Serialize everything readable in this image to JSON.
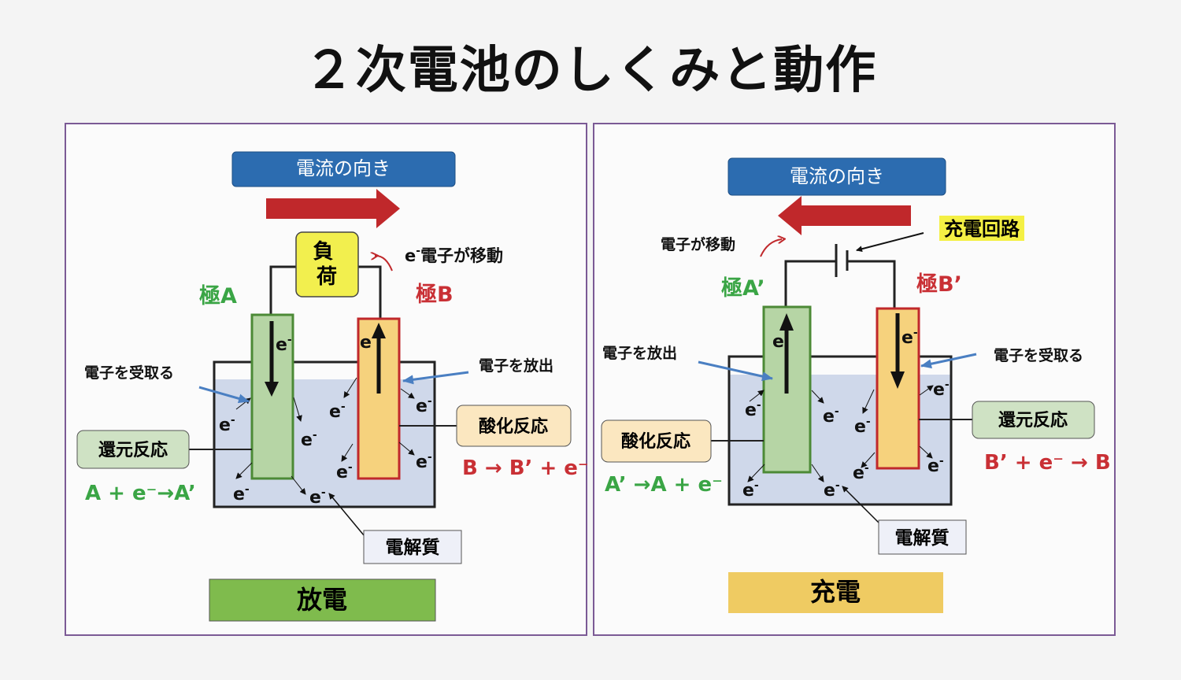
{
  "title": "２次電池のしくみと動作",
  "discharge": {
    "current_label": "電流の向き",
    "load_label": "負荷",
    "electron_move": "電子が移動",
    "electrode_a": "極A",
    "electrode_b": "極B",
    "electron_symbol": "e",
    "receive_label": "電子を受取る",
    "emit_label": "電子を放出",
    "reduction_label": "還元反応",
    "oxidation_label": "酸化反応",
    "reaction_a": "A + e⁻→A’",
    "reaction_b": "B → B’ + e⁻",
    "electrolyte_label": "電解質",
    "mode_label": "放電"
  },
  "charge": {
    "current_label": "電流の向き",
    "circuit_label": "充電回路",
    "electron_move": "電子が移動",
    "electrode_a": "極A’",
    "electrode_b": "極B’",
    "electron_symbol": "e",
    "emit_label": "電子を放出",
    "receive_label": "電子を受取る",
    "oxidation_label": "酸化反応",
    "reduction_label": "還元反応",
    "reaction_a": "A’ →A + e⁻",
    "reaction_b": "B’ + e⁻ → B",
    "electrolyte_label": "電解質",
    "mode_label": "充電"
  },
  "colors": {
    "frame": "#7b5a95",
    "current_box": "#2c6cb0",
    "red_arrow": "#c0282b",
    "green_electrode": "#b6d5a5",
    "green_border": "#4c8a36",
    "orange_electrode": "#f6d27d",
    "red_border": "#c0282b",
    "electrolyte": "#cfd8ea",
    "green_text": "#3aa545",
    "red_text": "#c93035",
    "discharge_box": "#7fbb4d",
    "charge_box": "#efcb62",
    "reaction_box": "#fbe7c0",
    "reduction_box": "#cfe2c4",
    "load_box": "#f2ef4e",
    "blue_arrow": "#4a7fc2"
  }
}
